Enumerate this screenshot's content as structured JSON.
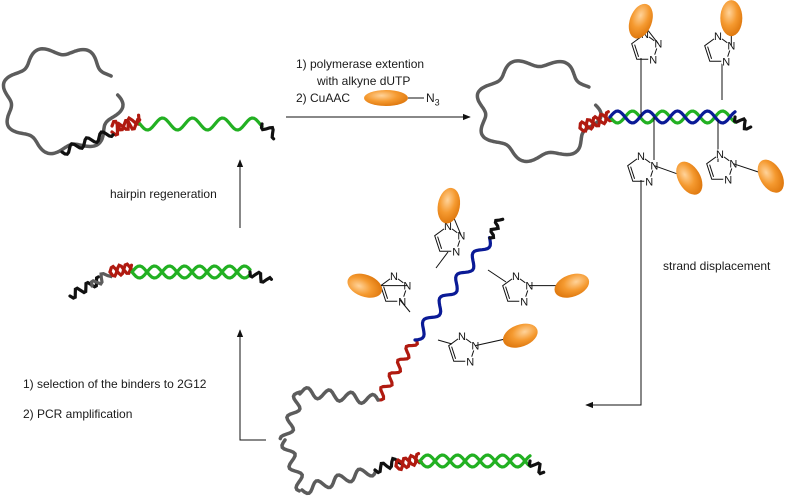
{
  "colors": {
    "loop_strand": "#5c5c5c",
    "end_strand": "#111111",
    "primer_red": "#b01a10",
    "green_strand": "#22b022",
    "blue_strand": "#0a1a96",
    "label_orange": "#f5962a"
  },
  "steps": {
    "top_line1": "1) polymerase extention",
    "top_line2": "with alkyne dUTP",
    "top_line3": "2) CuAAC",
    "azide_label": "N",
    "azide_subscript": "3",
    "right": "strand displacement",
    "left_up": "hairpin regeneration",
    "bottom_line1": "1) selection of the binders to 2G12",
    "bottom_line2": "2) PCR amplification"
  },
  "triazole_atom": "N"
}
